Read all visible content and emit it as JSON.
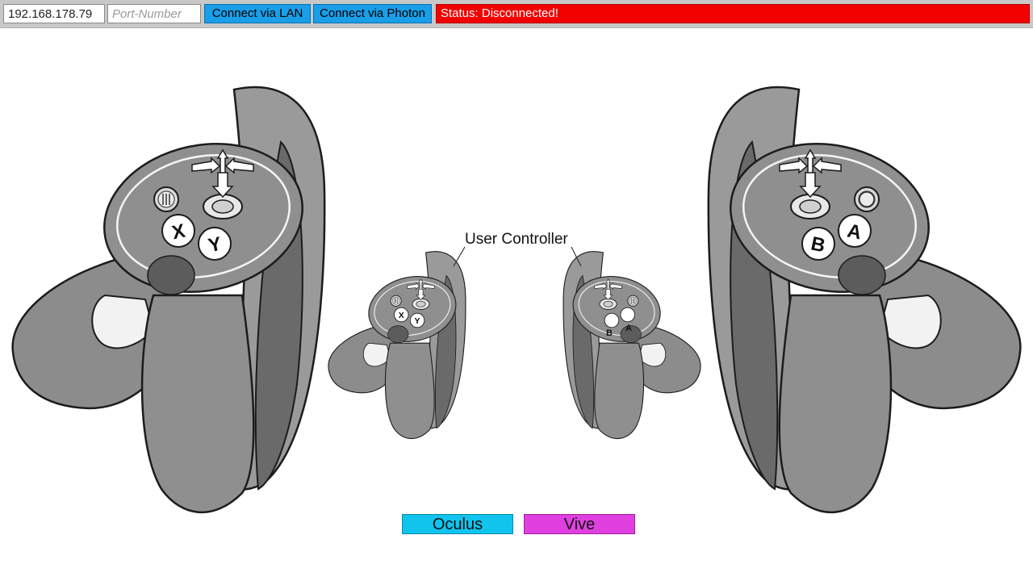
{
  "toolbar": {
    "ip_value": "192.168.178.79",
    "port_placeholder": "Port-Number",
    "port_value": "",
    "connect_lan_label": "Connect via LAN",
    "connect_photon_label": "Connect via Photon",
    "status_text": "Status: Disconnected!"
  },
  "canvas": {
    "caption": "User Controller",
    "left_controller_buttons": [
      "X",
      "Y"
    ],
    "right_controller_buttons": [
      "B",
      "A"
    ]
  },
  "selector": {
    "oculus_label": "Oculus",
    "vive_label": "Vive"
  },
  "colors": {
    "toolbar_bg": "#c8c8c8",
    "button_blue": "#1a9ee8",
    "status_red": "#f20000",
    "oculus_cyan": "#10c4ee",
    "vive_magenta": "#e040e0",
    "controller_gray": "#8f8f8f"
  },
  "icons": [
    "menu-icon",
    "oculus-icon",
    "thumbstick-arrows-icon"
  ]
}
